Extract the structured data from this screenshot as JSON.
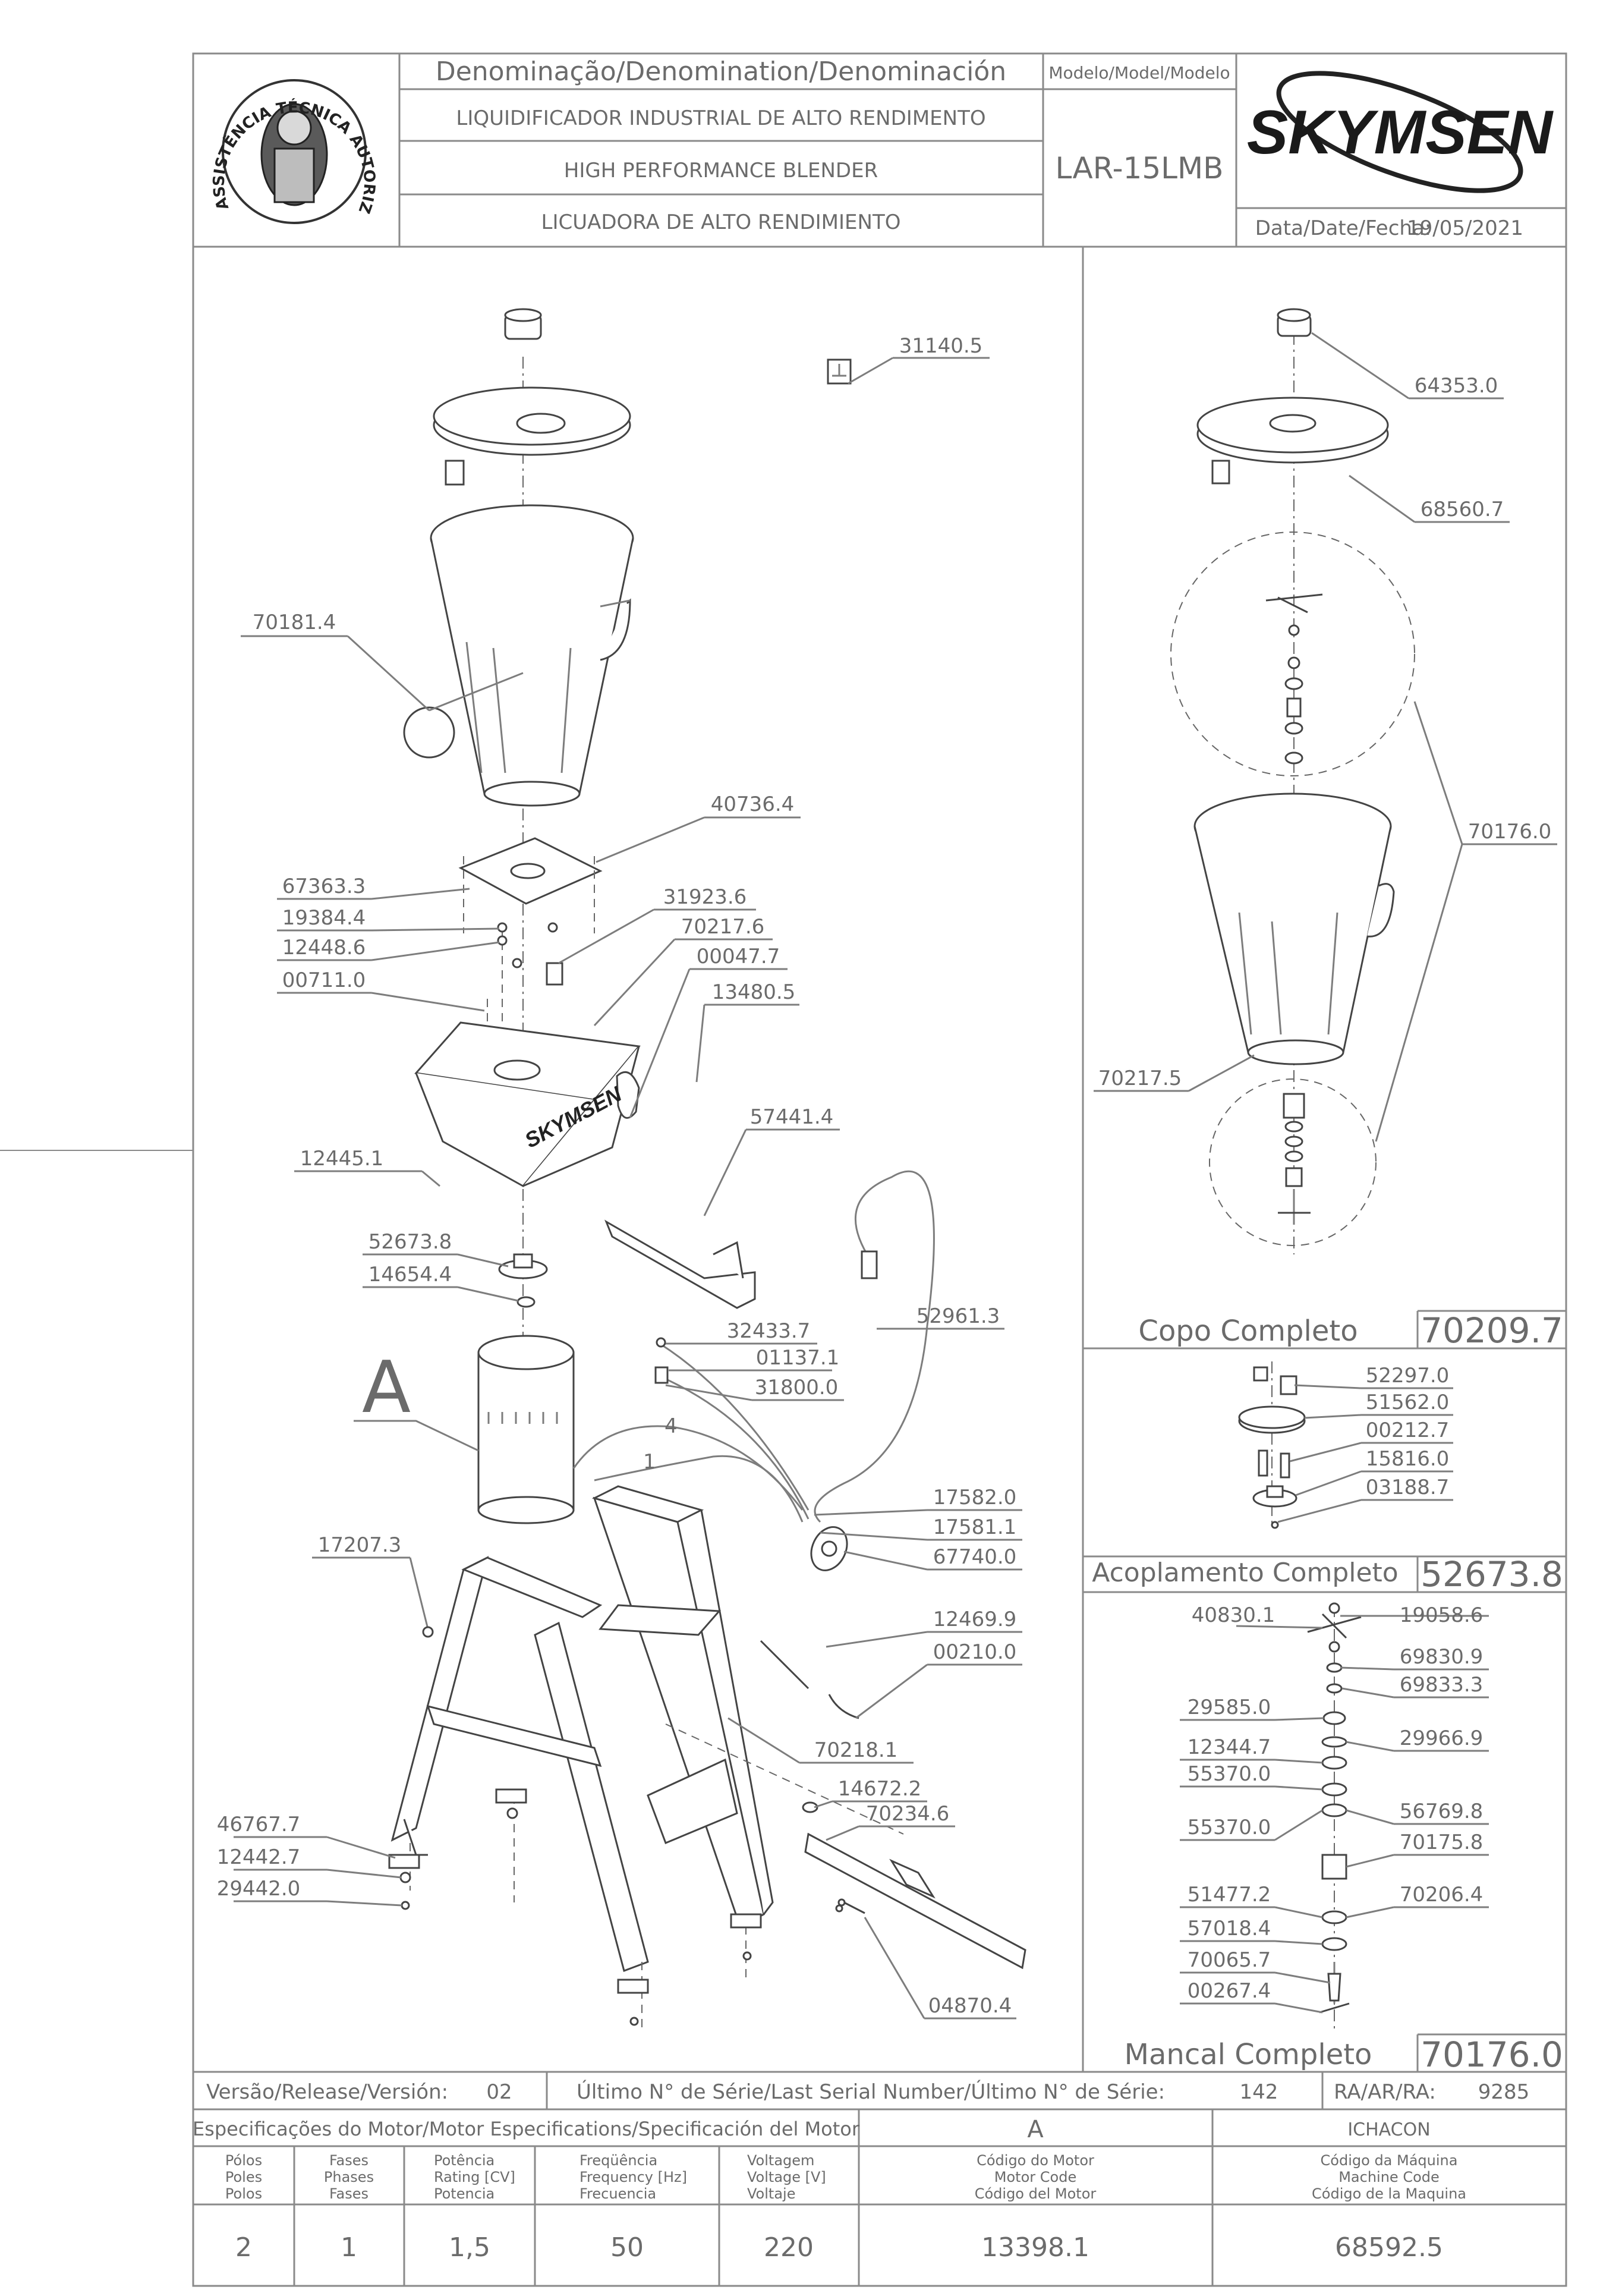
{
  "header": {
    "denomination_label": "Denominação/Denomination/Denominación",
    "name_pt": "LIQUIDIFICADOR INDUSTRIAL DE ALTO RENDIMENTO",
    "name_en": "HIGH PERFORMANCE BLENDER",
    "name_es": "LICUADORA DE ALTO RENDIMIENTO",
    "model_label": "Modelo/Model/Modelo",
    "model_value": "LAR-15LMB",
    "brand": "SKYMSEN",
    "date_label": "Data/Date/Fecha:",
    "date_value": "19/05/2021",
    "seal_text": "ASSISTÊNCIA TÉCNICA AUTORIZADA"
  },
  "main_parts": {
    "p31140": "31140.5",
    "p70181": "70181.4",
    "p40736": "40736.4",
    "p67363": "67363.3",
    "p19384": "19384.4",
    "p12448": "12448.6",
    "p00711": "00711.0",
    "p31923": "31923.6",
    "p70217_6": "70217.6",
    "p00047": "00047.7",
    "p13480": "13480.5",
    "p12445": "12445.1",
    "p57441": "57441.4",
    "p52673_8": "52673.8",
    "p14654": "14654.4",
    "p52961": "52961.3",
    "p32433": "32433.7",
    "p01137": "01137.1",
    "p31800": "31800.0",
    "motor_ref": "A",
    "wire_4": "4",
    "wire_1": "1",
    "p17582": "17582.0",
    "p17581": "17581.1",
    "p67740": "67740.0",
    "p17207": "17207.3",
    "p12469": "12469.9",
    "p00210": "00210.0",
    "p70218": "70218.1",
    "p14672": "14672.2",
    "p70234": "70234.6",
    "p46767": "46767.7",
    "p12442": "12442.7",
    "p29442": "29442.0",
    "p04870": "04870.4"
  },
  "copo": {
    "p64353": "64353.0",
    "p68560": "68560.7",
    "p70176_0": "70176.0",
    "p70217_5": "70217.5",
    "title": "Copo Completo",
    "code": "70209.7"
  },
  "acoplamento": {
    "p52297": "52297.0",
    "p51562": "51562.0",
    "p00212": "00212.7",
    "p15816": "15816.0",
    "p03188": "03188.7",
    "title": "Acoplamento Completo",
    "code": "52673.8"
  },
  "mancal": {
    "p40830": "40830.1",
    "p19058": "19058.6",
    "p69830": "69830.9",
    "p69833": "69833.3",
    "p29585": "29585.0",
    "p12344": "12344.7",
    "p29966": "29966.9",
    "p55370a": "55370.0",
    "p56769": "56769.8",
    "p55370b": "55370.0",
    "p70175": "70175.8",
    "p51477": "51477.2",
    "p70206": "70206.4",
    "p57018": "57018.4",
    "p70065": "70065.7",
    "p00267": "00267.4",
    "title": "Mancal Completo",
    "code": "70176.0"
  },
  "footer": {
    "version_label": "Versão/Release/Versión:",
    "version_value": "02",
    "serial_label": "Último N° de Série/Last Serial Number/Último N° de Série:",
    "serial_value": "142",
    "ra_label": "RA/AR/RA:",
    "ra_value": "9285",
    "motor_spec_label": "Especificações do Motor/Motor Especifications/Specificación del Motor",
    "motor_letter": "A",
    "user": "ICHACON",
    "col_poles": [
      "Pólos",
      "Poles",
      "Polos"
    ],
    "col_phases": [
      "Fases",
      "Phases",
      "Fases"
    ],
    "col_power": [
      "Potência",
      "Rating [CV]",
      "Potencia"
    ],
    "col_freq": [
      "Freqüência",
      "Frequency [Hz]",
      "Frecuencia"
    ],
    "col_voltage": [
      "Voltagem",
      "Voltage [V]",
      "Voltaje"
    ],
    "col_motor_code": [
      "Código do Motor",
      "Motor Code",
      "Código del Motor"
    ],
    "col_machine_code": [
      "Código da Máquina",
      "Machine Code",
      "Código de la Maquina"
    ],
    "poles": "2",
    "phases": "1",
    "power": "1,5",
    "frequency": "50",
    "voltage": "220",
    "motor_code": "13398.1",
    "machine_code": "68592.5"
  },
  "colors": {
    "line": "#7d7d7d",
    "text": "#6b6b6b",
    "part_stroke": "#444444",
    "brand": "#1a1a1a"
  }
}
